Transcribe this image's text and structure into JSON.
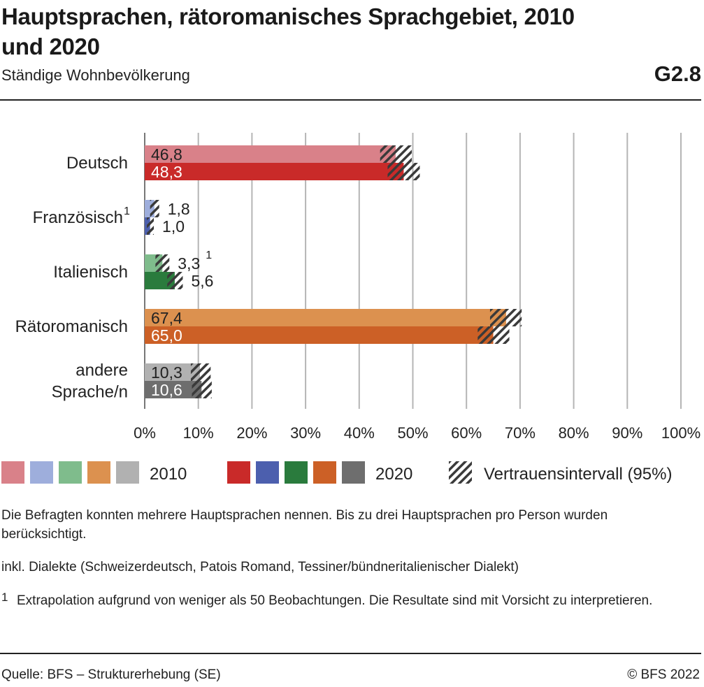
{
  "header": {
    "title": "Hauptsprachen, rätoromanisches Sprachgebiet, 2010 und 2020",
    "subtitle": "Ständige Wohnbevölkerung",
    "graph_id": "G2.8"
  },
  "notes": {
    "note1": "Die Befragten konnten mehrere Hauptsprachen nennen. Bis zu drei Hauptsprachen pro Person wurden berücksichtigt.",
    "note2": "inkl. Dialekte (Schweizerdeutsch, Patois Romand, Tessiner/bündneritalienischer Dialekt)",
    "footnote_mark": "1",
    "footnote": "Extrapolation aufgrund von weniger als 50 Beobachtungen. Die Resultate sind mit Vorsicht zu interpretieren."
  },
  "footer": {
    "source": "Quelle: BFS – Strukturerhebung (SE)",
    "copyright": "© BFS 2022"
  },
  "chart_data": {
    "type": "bar",
    "orientation": "horizontal",
    "categories": [
      {
        "lines": [
          "Deutsch"
        ],
        "sup": ""
      },
      {
        "lines": [
          "Französisch"
        ],
        "sup": "1"
      },
      {
        "lines": [
          "Italienisch"
        ],
        "sup": ""
      },
      {
        "lines": [
          "Rätoromanisch"
        ],
        "sup": ""
      },
      {
        "lines": [
          "andere",
          "Sprache/n"
        ],
        "sup": ""
      }
    ],
    "series": [
      {
        "name": "2010",
        "values": [
          46.8,
          1.8,
          3.3,
          67.4,
          10.3
        ],
        "labels": [
          "46,8",
          "1,8",
          "3,3",
          "67,4",
          "10,3"
        ],
        "label_sup": [
          "",
          "",
          "1",
          "",
          ""
        ],
        "ci": [
          [
            43.9,
            49.8
          ],
          [
            1.0,
            2.7
          ],
          [
            2.0,
            4.6
          ],
          [
            64.4,
            70.3
          ],
          [
            8.6,
            12.3
          ]
        ],
        "colors": [
          "#d98189",
          "#9eaedc",
          "#7fbc8c",
          "#dc914f",
          "#b1b1b1"
        ]
      },
      {
        "name": "2020",
        "values": [
          48.3,
          1.0,
          5.6,
          65.0,
          10.6
        ],
        "labels": [
          "48,3",
          "1,0",
          "5,6",
          "65,0",
          "10,6"
        ],
        "label_sup": [
          "",
          "",
          "",
          "",
          ""
        ],
        "ci": [
          [
            45.3,
            51.3
          ],
          [
            0.4,
            1.7
          ],
          [
            4.2,
            7.1
          ],
          [
            62.1,
            68.0
          ],
          [
            8.8,
            12.5
          ]
        ],
        "colors": [
          "#c92a29",
          "#4c5fae",
          "#2a7b3d",
          "#cc6026",
          "#6e6e6e"
        ]
      }
    ],
    "xlim": [
      0,
      100
    ],
    "xticks": [
      0,
      10,
      20,
      30,
      40,
      50,
      60,
      70,
      80,
      90,
      100
    ],
    "xtick_labels": [
      "0%",
      "10%",
      "20%",
      "30%",
      "40%",
      "50%",
      "60%",
      "70%",
      "80%",
      "90%",
      "100%"
    ],
    "grid": true,
    "legend": {
      "placement": "bottom",
      "label_2010": "2010",
      "label_2020": "2020",
      "label_ci": "Vertrauensintervall (95%)"
    }
  }
}
